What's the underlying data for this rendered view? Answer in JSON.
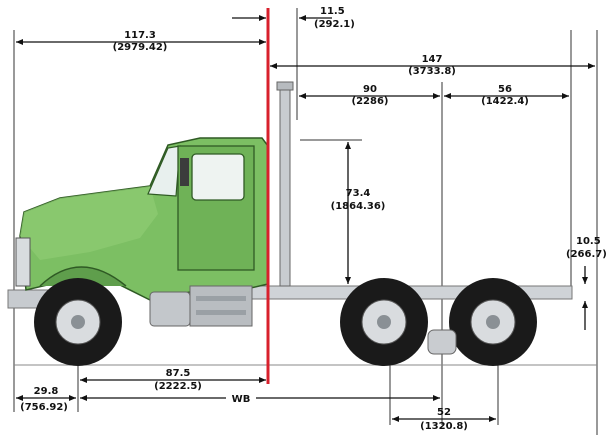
{
  "dimensions": {
    "front_to_cab_back": {
      "value": "117.3",
      "metric": "(2979.42)"
    },
    "cab_gap": {
      "value": "11.5",
      "metric": "(292.1)"
    },
    "back_of_cab_to_frame_end": {
      "value": "147",
      "metric": "(3733.8)"
    },
    "back_of_cab_to_axle_center": {
      "value": "90",
      "metric": "(2286)"
    },
    "axle_center_to_frame_end": {
      "value": "56",
      "metric": "(1422.4)"
    },
    "cab_height": {
      "value": "73.4",
      "metric": "(1864.36)"
    },
    "frame_height": {
      "value": "10.5",
      "metric": "(266.7)"
    },
    "front_axle_to_cab_back": {
      "value": "87.5",
      "metric": "(2222.5)"
    },
    "front_overhang": {
      "value": "29.8",
      "metric": "(756.92)"
    },
    "wheelbase": {
      "label": "WB"
    },
    "tandem_spread": {
      "value": "52",
      "metric": "(1320.8)"
    }
  },
  "colors": {
    "cab_green": "#7cbf63",
    "cab_dark": "#4f8c3e",
    "back_of_cab_line": "#d8202c",
    "tire": "#1a1a1a",
    "frame": "#c9ccd0"
  }
}
